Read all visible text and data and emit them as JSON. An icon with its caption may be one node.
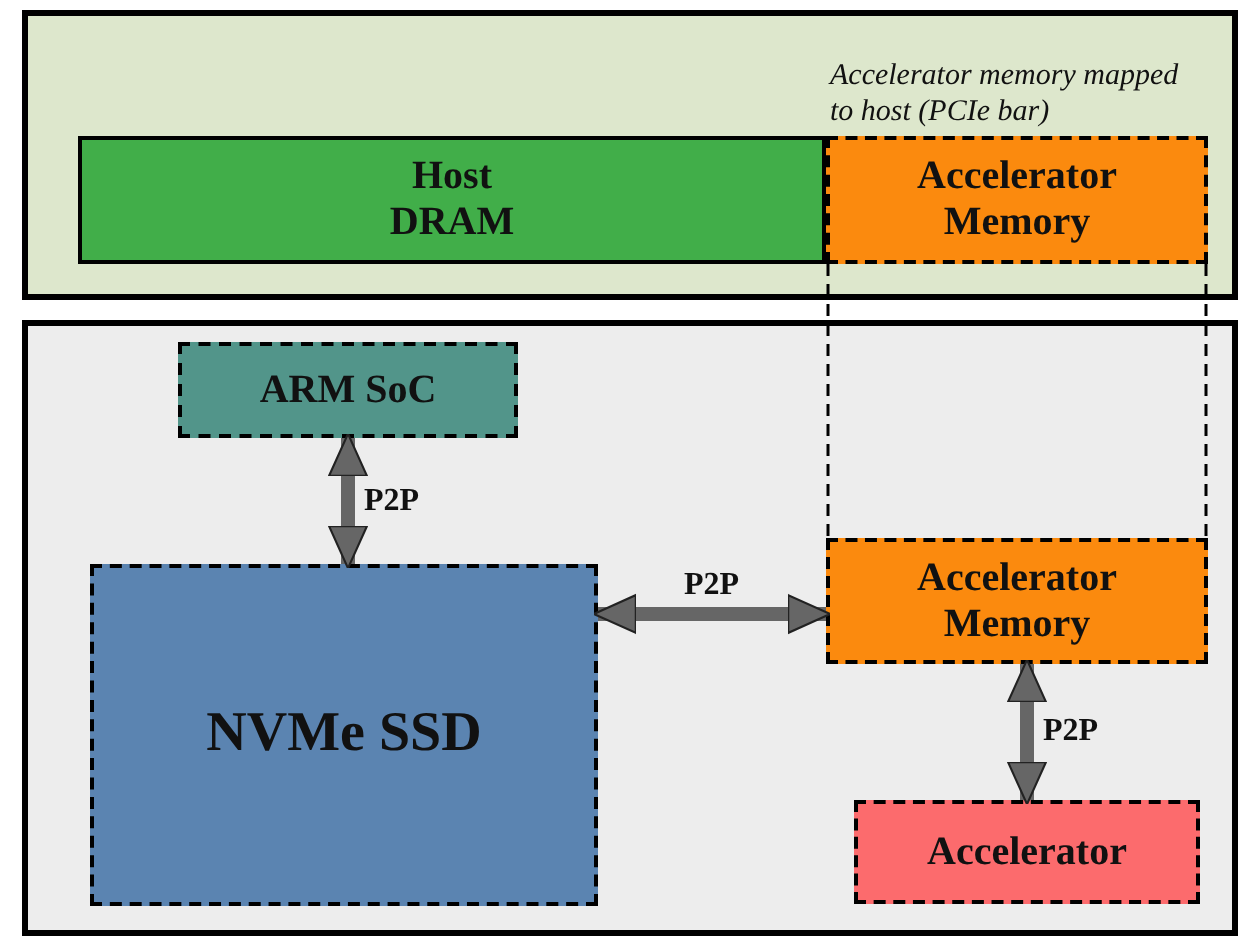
{
  "diagram": {
    "nodes": [
      {
        "text": [],
        "shape": "box"
      },
      {
        "text": [
          "Host DRAM"
        ],
        "in": 0
      },
      {
        "text": [
          "Accelerator Memory"
        ],
        "in": 0,
        "beside": [
          "Accelerator memory mapped to host (PCIe bar)"
        ]
      },
      {
        "text": [],
        "shape": "box"
      },
      {
        "text": [
          "ARM SoC"
        ],
        "in": 3
      },
      {
        "text": [
          "NVMe SSD"
        ],
        "in": 3
      },
      {
        "text": [
          "Accelerator Memory"
        ],
        "in": 3
      },
      {
        "text": [
          "Accelerator"
        ],
        "in": 3
      }
    ],
    "edges": [
      {
        "from": 4,
        "to": 5,
        "arrow": "both",
        "label": "P2P"
      },
      {
        "from": 5,
        "to": 6,
        "arrow": "both",
        "label": "P2P"
      },
      {
        "from": 6,
        "to": 7,
        "arrow": "both",
        "label": "P2P"
      },
      {
        "from": 2,
        "to": 6,
        "arrow": "none",
        "style": "dashed",
        "color": "#000000"
      }
    ]
  }
}
